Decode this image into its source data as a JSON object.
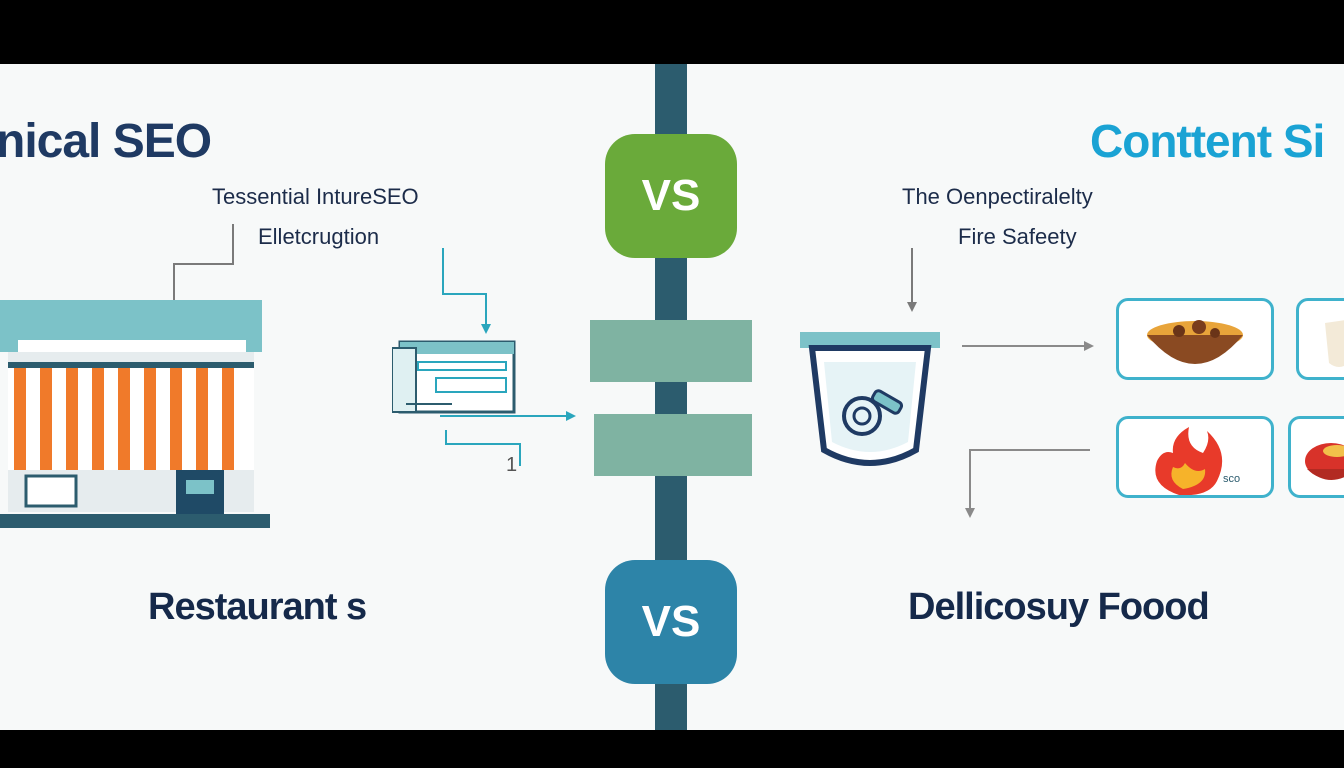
{
  "left": {
    "title": "nical SEO",
    "subtitle_line1": "Tessential IntureSEO",
    "subtitle_line2": "Elletcrugtion",
    "label": "Restaurant s",
    "small_marker": "1"
  },
  "right": {
    "title": "Conttent Si",
    "subtitle_line1": "The Oenpectiralelty",
    "subtitle_line2": "Fire Safeety",
    "label": "Dellicosuy Foood",
    "card_tag": "sco"
  },
  "center": {
    "vs_top": "VS",
    "vs_bottom": "VS"
  },
  "colors": {
    "navy": "#1f3a63",
    "cyan": "#1aa3d4",
    "green": "#6aaa3a",
    "teal": "#2d84a8",
    "awning_orange": "#f07a2a"
  },
  "icons": [
    "storefront-icon",
    "website-browser-icon",
    "fire-extinguisher-bucket-icon",
    "bowl-of-food-icon",
    "flame-icon",
    "salad-icon",
    "drink-icon"
  ]
}
